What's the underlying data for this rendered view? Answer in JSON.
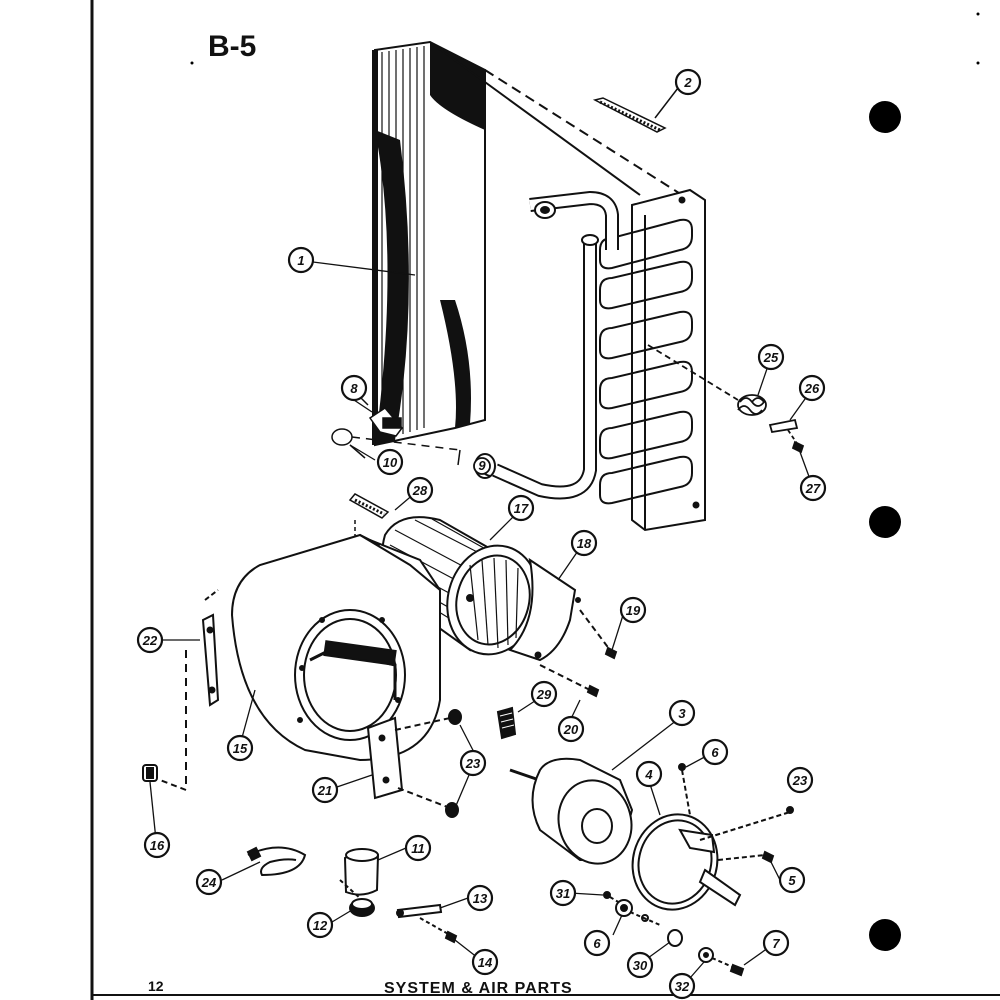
{
  "page": {
    "title": "B-5",
    "number": "12",
    "caption": "SYSTEM & AIR PARTS"
  },
  "callouts": [
    {
      "id": "c1",
      "label": "1"
    },
    {
      "id": "c2",
      "label": "2"
    },
    {
      "id": "c3",
      "label": "3"
    },
    {
      "id": "c4",
      "label": "4"
    },
    {
      "id": "c5",
      "label": "5"
    },
    {
      "id": "c6",
      "label": "6"
    },
    {
      "id": "c6b",
      "label": "6"
    },
    {
      "id": "c7",
      "label": "7"
    },
    {
      "id": "c8",
      "label": "8"
    },
    {
      "id": "c9",
      "label": "9"
    },
    {
      "id": "c10",
      "label": "10"
    },
    {
      "id": "c11",
      "label": "11"
    },
    {
      "id": "c12",
      "label": "12"
    },
    {
      "id": "c13",
      "label": "13"
    },
    {
      "id": "c14",
      "label": "14"
    },
    {
      "id": "c15",
      "label": "15"
    },
    {
      "id": "c16",
      "label": "16"
    },
    {
      "id": "c17",
      "label": "17"
    },
    {
      "id": "c18",
      "label": "18"
    },
    {
      "id": "c19",
      "label": "19"
    },
    {
      "id": "c20",
      "label": "20"
    },
    {
      "id": "c21",
      "label": "21"
    },
    {
      "id": "c22",
      "label": "22"
    },
    {
      "id": "c23",
      "label": "23"
    },
    {
      "id": "c23b",
      "label": "23"
    },
    {
      "id": "c24",
      "label": "24"
    },
    {
      "id": "c25",
      "label": "25"
    },
    {
      "id": "c26",
      "label": "26"
    },
    {
      "id": "c27",
      "label": "27"
    },
    {
      "id": "c28",
      "label": "28"
    },
    {
      "id": "c29",
      "label": "29"
    },
    {
      "id": "c30",
      "label": "30"
    },
    {
      "id": "c31",
      "label": "31"
    },
    {
      "id": "c32",
      "label": "32"
    }
  ],
  "colors": {
    "ink": "#111111",
    "paper": "#ffffff"
  }
}
